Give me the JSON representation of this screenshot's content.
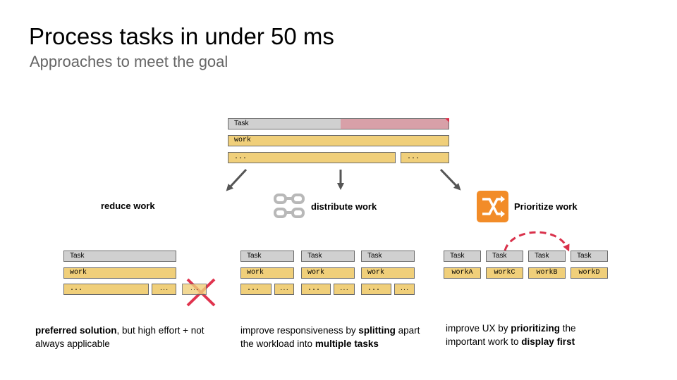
{
  "title": "Process tasks in under 50 ms",
  "subtitle": "Approaches to meet the goal",
  "top": {
    "task": "Task",
    "work": "work",
    "sub1": "...",
    "sub2": "..."
  },
  "reduce": {
    "label": "reduce work",
    "task": "Task",
    "work": "work",
    "sub1": "...",
    "sub2": "...",
    "sub3": "...",
    "caption_bold": "preferred solution",
    "caption_rest": ", but high effort + not always applicable"
  },
  "distribute": {
    "label": "distribute work",
    "icon": "chain-link-icon",
    "tasks": [
      "Task",
      "Task",
      "Task"
    ],
    "works": [
      "work",
      "work",
      "work"
    ],
    "subs": [
      "...",
      "...",
      "..."
    ],
    "subs_small": [
      "...",
      "...",
      "..."
    ],
    "caption_a": "improve responsiveness by ",
    "caption_b": "splitting",
    "caption_c": " apart the workload into ",
    "caption_d": "multiple tasks"
  },
  "prioritize": {
    "label": "Prioritize work",
    "icon": "shuffle-icon",
    "tasks": [
      "Task",
      "Task",
      "Task",
      "Task"
    ],
    "works": [
      "workA",
      "workC",
      "workB",
      "workD"
    ],
    "caption_a": "improve UX by ",
    "caption_b": "prioritizing",
    "caption_c": " the important work to ",
    "caption_d": "display first"
  },
  "colors": {
    "task": "#d0d0d0",
    "work": "#f0cf7a",
    "overflow": "#d8a0a8",
    "cross": "#e0344e",
    "dashed": "#d9304a",
    "arrow": "#555555",
    "shuffle": "#f28c28"
  }
}
